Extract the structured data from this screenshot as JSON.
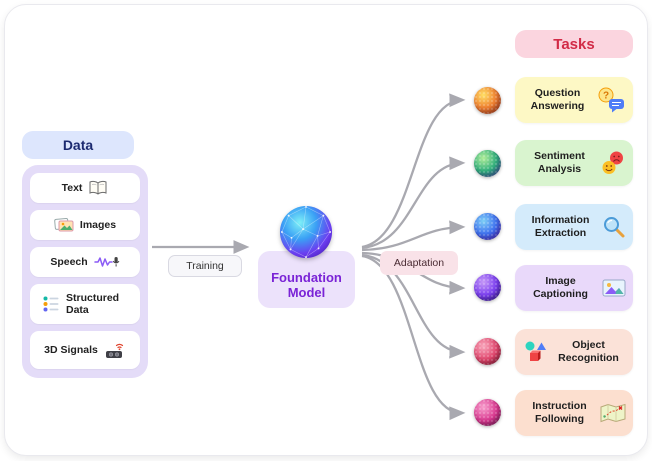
{
  "data_section": {
    "title": "Data",
    "colors": {
      "header_bg": "#dde6fd",
      "header_text": "#1c2a70",
      "panel_bg": "#e4dcf8"
    },
    "items": [
      {
        "label": "Text",
        "icon": "book-icon"
      },
      {
        "label": "Images",
        "icon": "images-icon"
      },
      {
        "label": "Speech",
        "icon": "waveform-mic-icon"
      },
      {
        "label": "Structured Data",
        "icon": "structured-data-icon"
      },
      {
        "label": "3D Signals",
        "icon": "speaker-signal-icon"
      }
    ]
  },
  "pipeline": {
    "training_label": "Training",
    "model_label": "Foundation Model",
    "adaptation_label": "Adaptation",
    "colors": {
      "model_bg": "#ece2fb",
      "model_text": "#7a23d6",
      "adaptation_bg": "#f9e2e8",
      "arrow": "#a9a9b0",
      "sphere": [
        "#7ef0f7",
        "#3aa0f5",
        "#6b3df0",
        "#4a1fb8"
      ]
    }
  },
  "tasks_section": {
    "title": "Tasks",
    "colors": {
      "header_bg": "#fbd5df",
      "header_text": "#d22b47"
    },
    "items": [
      {
        "label": "Question Answering",
        "icon": "question-answering-icon",
        "bg": "#fdf8c5",
        "sphere_colors": [
          "#ffe066",
          "#ef8032",
          "#b23a20"
        ]
      },
      {
        "label": "Sentiment Analysis",
        "icon": "sentiment-faces-icon",
        "bg": "#d9f4cf",
        "sphere_colors": [
          "#b2ee9a",
          "#2fae7d",
          "#4a3fb5"
        ]
      },
      {
        "label": "Information Extraction",
        "icon": "magnifier-icon",
        "bg": "#d4ebfb",
        "sphere_colors": [
          "#7fd0f5",
          "#3f6ff0",
          "#5a21c9"
        ]
      },
      {
        "label": "Image Captioning",
        "icon": "image-icon",
        "bg": "#e9d9fa",
        "sphere_colors": [
          "#c79bf7",
          "#7b3ff0",
          "#3a1a99"
        ]
      },
      {
        "label": "Object Recognition",
        "icon": "shapes-icon",
        "bg": "#fbe2d8",
        "sphere_colors": [
          "#f8a8bd",
          "#e0446b",
          "#8e1c3a"
        ]
      },
      {
        "label": "Instruction Following",
        "icon": "map-icon",
        "bg": "#fcdfcf",
        "sphere_colors": [
          "#f7a0cd",
          "#d9368f",
          "#7c1d5e"
        ]
      }
    ]
  }
}
